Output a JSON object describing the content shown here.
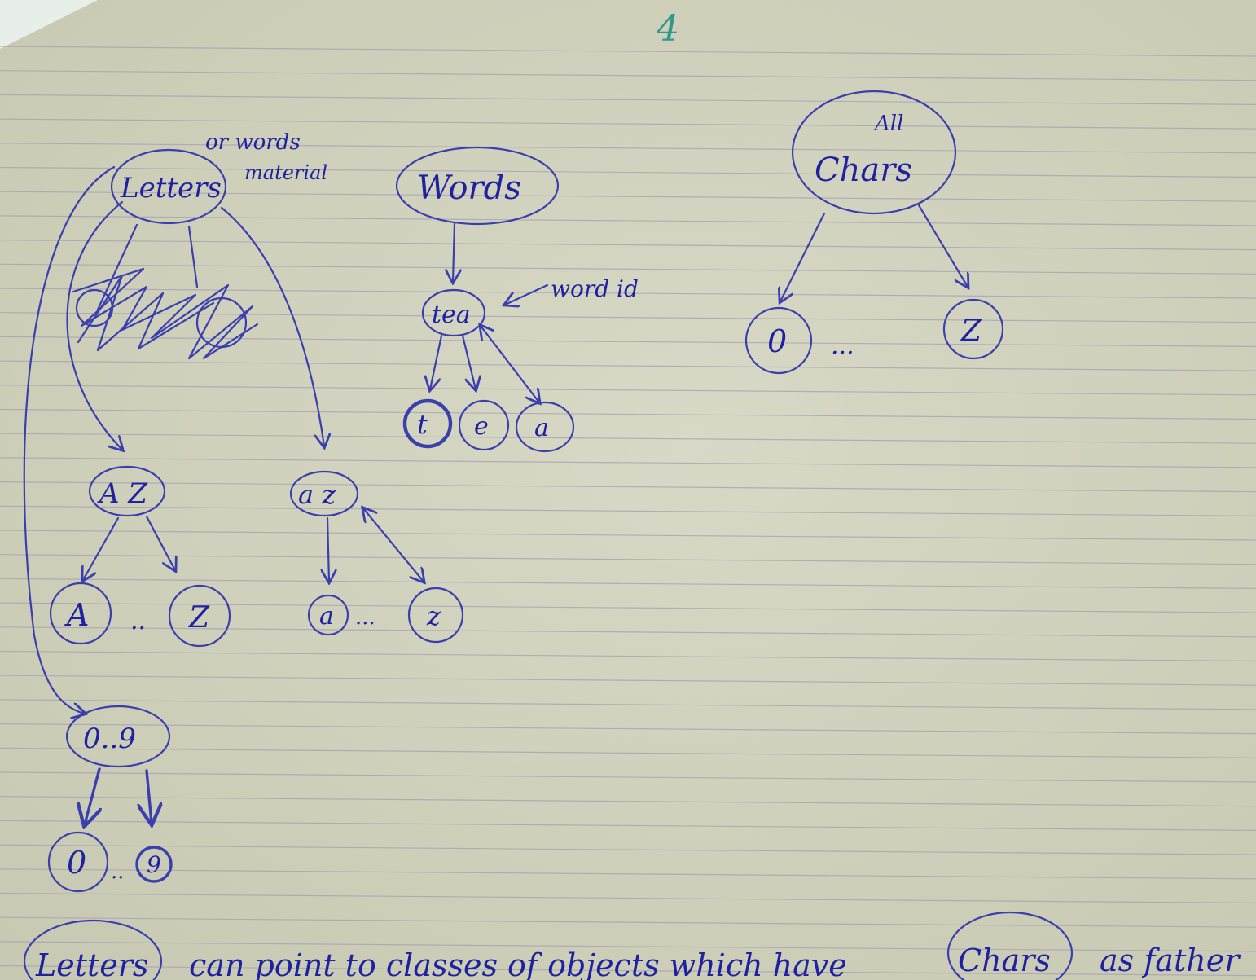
{
  "page": {
    "number": "4",
    "colors": {
      "paper": "#c8c9b2",
      "paper_light": "#d8d9c6",
      "rule_line": "#a79fb2",
      "ink": "#3a3fae",
      "ink_dark": "#1f22a0",
      "page_number_ink": "#2f9a8c"
    }
  },
  "diagram": {
    "letters_tree": {
      "root_label": "Letters",
      "side_note_line1": "or words",
      "side_note_line2": "material",
      "upper_group_label": "A Z",
      "upper_left_leaf": "A",
      "upper_dots": "..",
      "upper_right_leaf": "Z",
      "lower_group_label": "a z",
      "lower_left_leaf": "a",
      "lower_dots": "...",
      "lower_right_leaf": "z",
      "digit_group_label": "0..9",
      "digit_left_leaf": "0",
      "digit_dots": "..",
      "digit_right_leaf": "9"
    },
    "words_tree": {
      "root_label": "Words",
      "child_label": "tea",
      "annotation": "word id",
      "leaf_1": "t",
      "leaf_2": "e",
      "leaf_3": "a"
    },
    "chars_tree": {
      "root_line1": "All",
      "root_line2": "Chars",
      "left_leaf": "0",
      "dots": "...",
      "right_leaf": "Z"
    },
    "footer": {
      "circled_word_1": "Letters",
      "text_1": "can point to classes of objects which have",
      "circled_word_2": "Chars",
      "text_2": "as father"
    }
  }
}
